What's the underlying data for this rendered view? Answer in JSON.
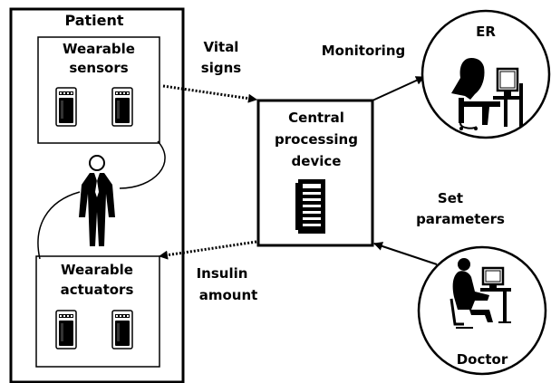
{
  "patient": {
    "title": "Patient",
    "sensors_line1": "Wearable",
    "sensors_line2": "sensors",
    "actuators_line1": "Wearable",
    "actuators_line2": "actuators"
  },
  "cpu": {
    "line1": "Central",
    "line2": "processing",
    "line3": "device"
  },
  "edges": {
    "vital_line1": "Vital",
    "vital_line2": "signs",
    "monitoring": "Monitoring",
    "set_line1": "Set",
    "set_line2": "parameters",
    "insulin_line1": "Insulin",
    "insulin_line2": "amount"
  },
  "er": {
    "label": "ER"
  },
  "doctor": {
    "label": "Doctor"
  },
  "icons": [
    "wearable-device-icon",
    "person-icon",
    "server-tower-icon",
    "er-operator-icon",
    "doctor-at-computer-icon"
  ]
}
